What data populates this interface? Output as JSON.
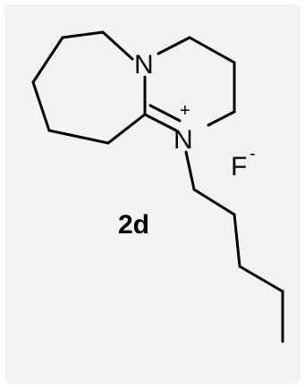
{
  "structure": {
    "atoms": {
      "amine_n": "N",
      "iminium_n": "N",
      "iminium_charge": "+",
      "counterion": "F",
      "counterion_charge": "-"
    },
    "compound_label": "2d"
  },
  "colors": {
    "background": "#f3f3f3",
    "ink": "#000000"
  }
}
